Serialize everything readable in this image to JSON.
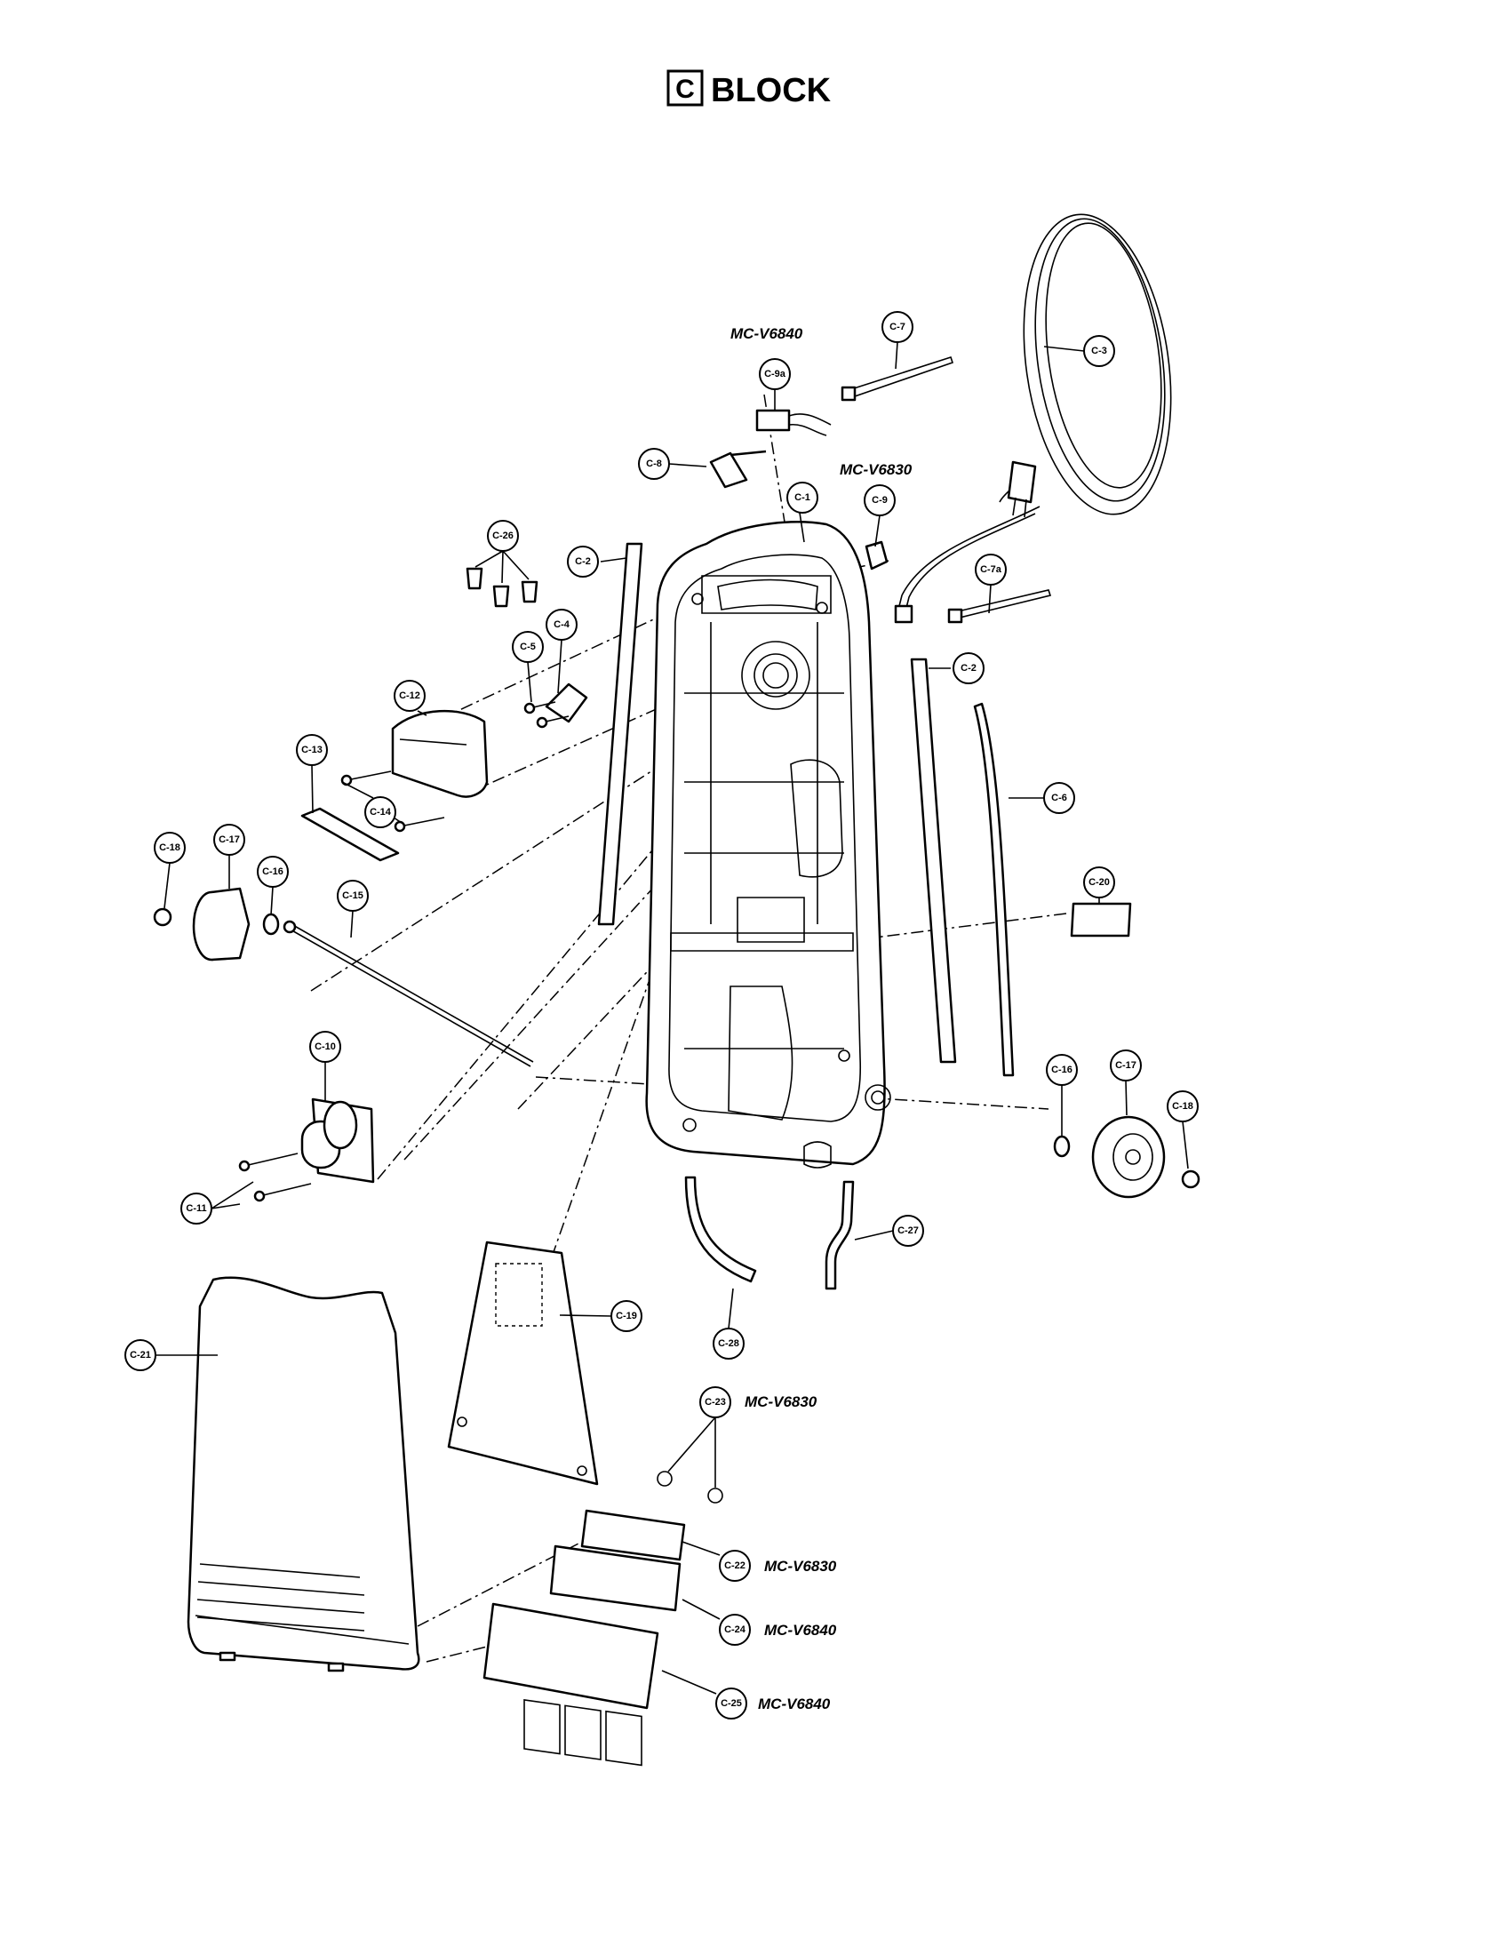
{
  "title": {
    "letter": "C",
    "text": "BLOCK"
  },
  "models": {
    "c9a": "MC-V6840",
    "c9": "MC-V6830",
    "c23": "MC-V6830",
    "c22": "MC-V6830",
    "c24": "MC-V6840",
    "c25": "MC-V6840"
  },
  "callouts": [
    "C-1",
    "C-2",
    "C-2",
    "C-3",
    "C-4",
    "C-5",
    "C-6",
    "C-7",
    "C-7a",
    "C-8",
    "C-9",
    "C-9a",
    "C-10",
    "C-11",
    "C-12",
    "C-13",
    "C-14",
    "C-15",
    "C-16",
    "C-16",
    "C-17",
    "C-17",
    "C-18",
    "C-18",
    "C-19",
    "C-20",
    "C-21",
    "C-22",
    "C-23",
    "C-24",
    "C-25",
    "C-26",
    "C-27",
    "C-28"
  ]
}
